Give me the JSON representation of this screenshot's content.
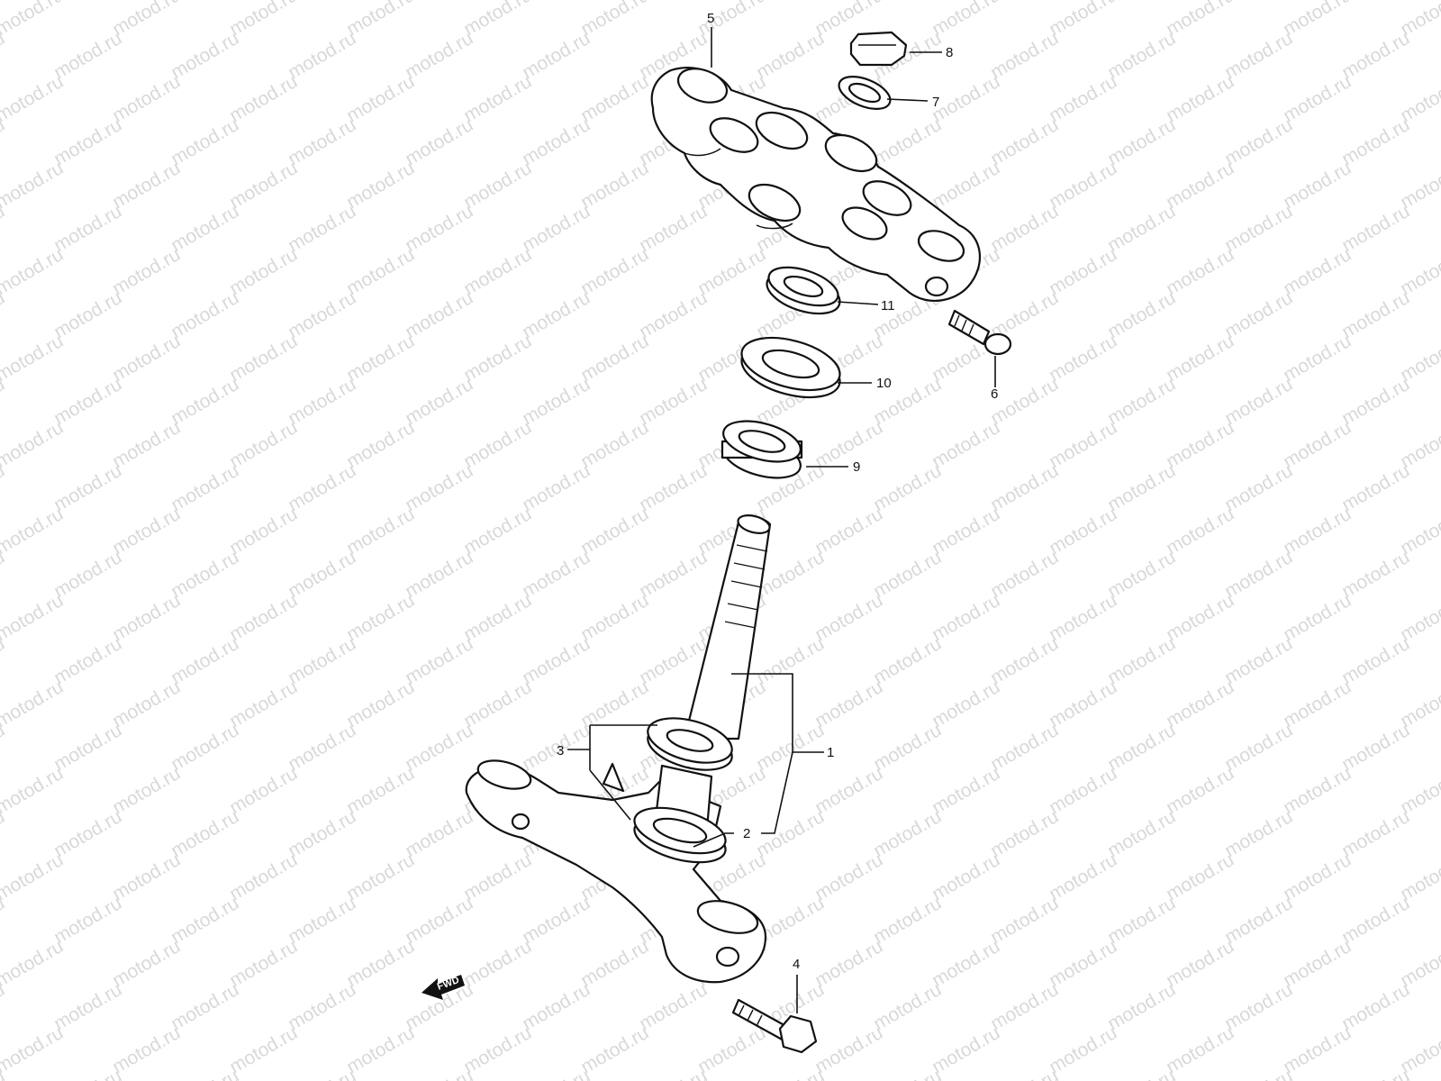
{
  "watermark": "motod.ru",
  "fwd_label": "FWD",
  "callouts": {
    "p1": "1",
    "p2": "2",
    "p3": "3",
    "p4": "4",
    "p5": "5",
    "p6": "6",
    "p7": "7",
    "p8": "8",
    "p9": "9",
    "p10": "10",
    "p11": "11"
  }
}
